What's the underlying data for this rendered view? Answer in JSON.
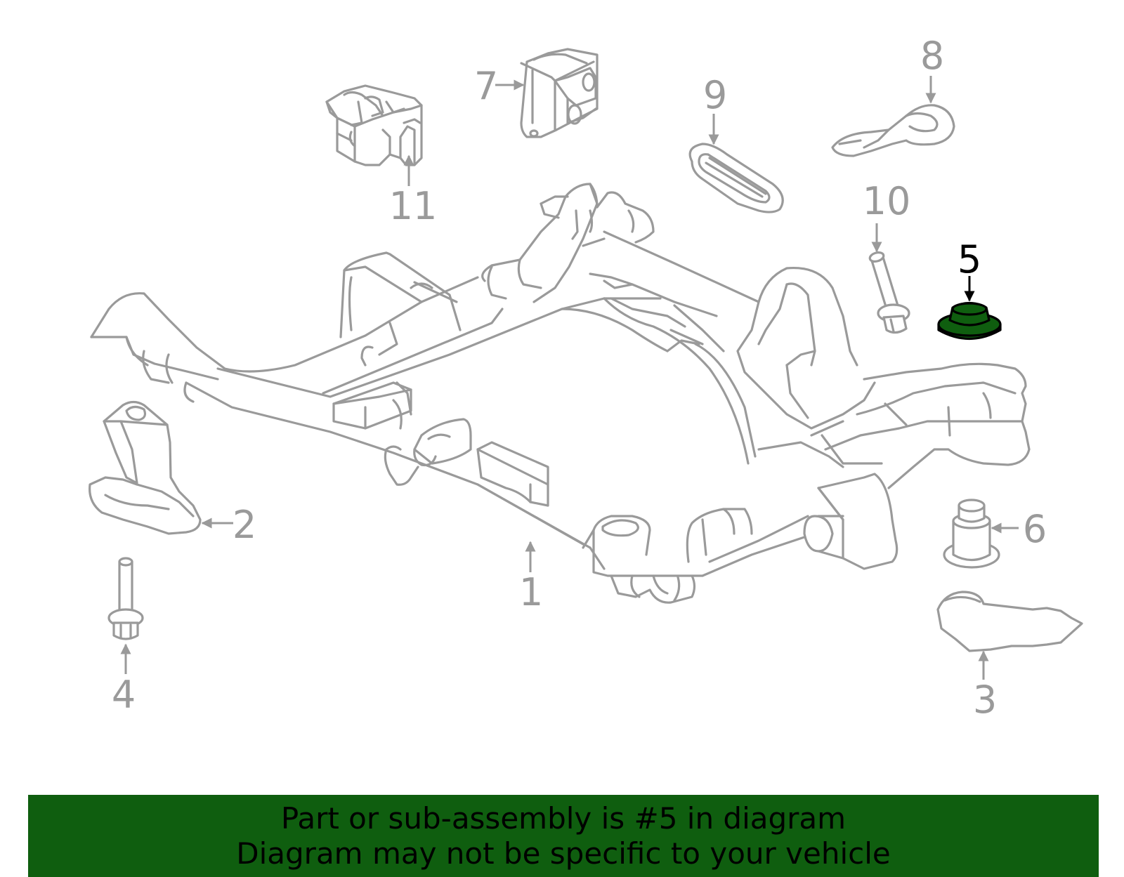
{
  "callouts": [
    {
      "id": "1",
      "label": "1"
    },
    {
      "id": "2",
      "label": "2"
    },
    {
      "id": "3",
      "label": "3"
    },
    {
      "id": "4",
      "label": "4"
    },
    {
      "id": "5",
      "label": "5"
    },
    {
      "id": "6",
      "label": "6"
    },
    {
      "id": "7",
      "label": "7"
    },
    {
      "id": "8",
      "label": "8"
    },
    {
      "id": "9",
      "label": "9"
    },
    {
      "id": "10",
      "label": "10"
    },
    {
      "id": "11",
      "label": "11"
    }
  ],
  "highlighted_part": "5",
  "colors": {
    "highlight_fill": "#0f5e0f",
    "banner_background": "#0f5e0f",
    "line_gray": "#9a9a9a"
  },
  "banner": {
    "line1": "Part or sub-assembly is #5 in diagram",
    "line2": "Diagram may not be specific to your vehicle"
  }
}
